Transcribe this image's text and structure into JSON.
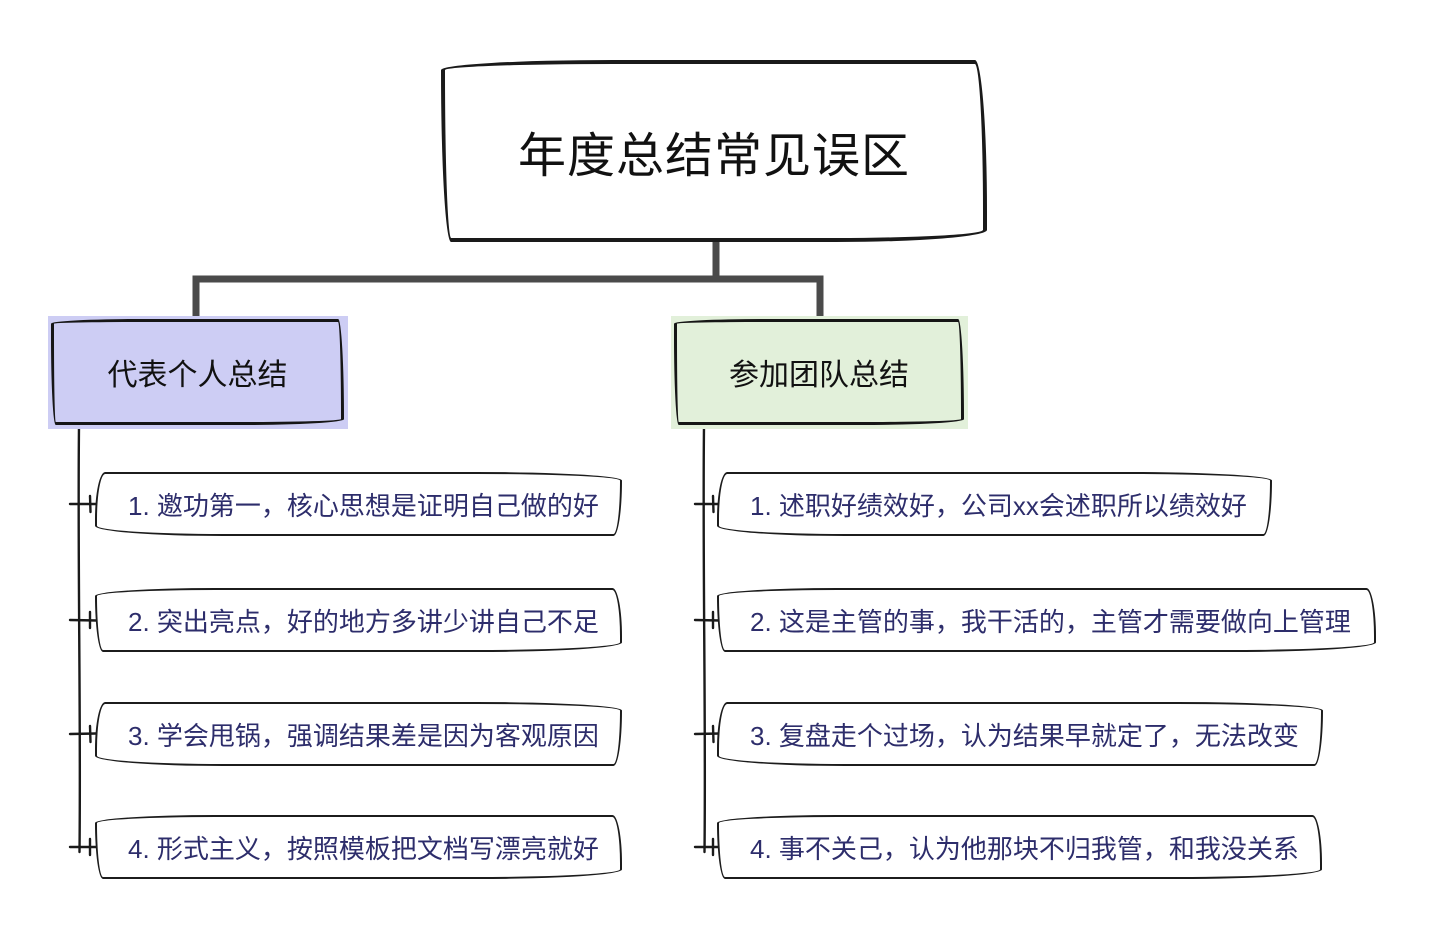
{
  "title": "年度总结常见误区",
  "branches": [
    {
      "label": "代表个人总结",
      "fill": "#cdcdf4",
      "items": [
        "1. 邀功第一，核心思想是证明自己做的好",
        "2. 突出亮点，好的地方多讲少讲自己不足",
        "3. 学会甩锅，强调结果差是因为客观原因",
        "4. 形式主义，按照模板把文档写漂亮就好"
      ]
    },
    {
      "label": "参加团队总结",
      "fill": "#e2f0da",
      "items": [
        "1. 述职好绩效好，公司xx会述职所以绩效好",
        "2. 这是主管的事，我干活的，主管才需要做向上管理",
        "3. 复盘走个过场，认为结果早就定了，无法改变",
        "4. 事不关己，认为他那块不归我管，和我没关系"
      ]
    }
  ],
  "colors": {
    "background": "#ffffff",
    "node_border": "#1a1a1a",
    "leaf_text": "#2d2d6b",
    "primary_connector": "#4a4a4a",
    "secondary_connector": "#1a1a1a",
    "branch_left_fill": "#cdcdf4",
    "branch_right_fill": "#e2f0da"
  }
}
